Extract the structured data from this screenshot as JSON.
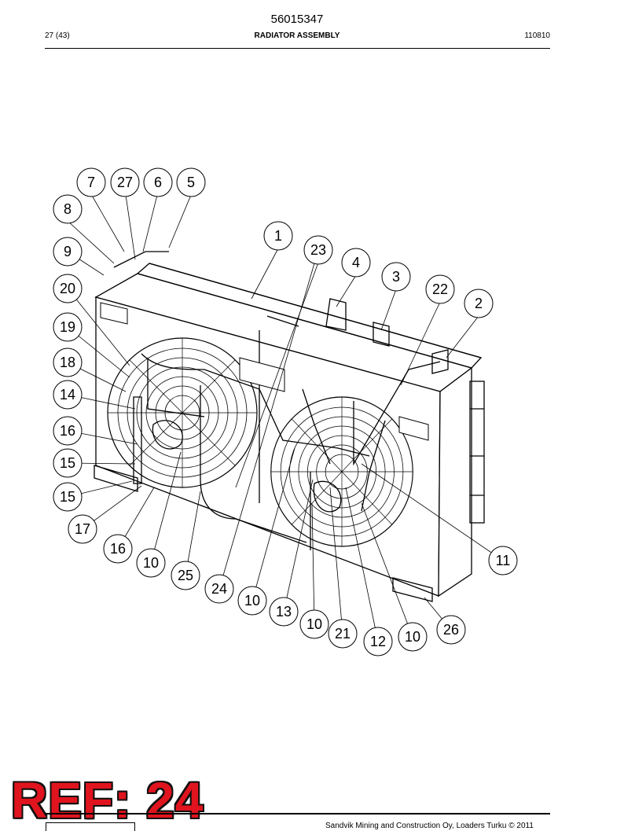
{
  "header": {
    "document_number": "56015347",
    "page": "27 (43)",
    "title": "RADIATOR ASSEMBLY",
    "date_code": "110810"
  },
  "callouts": [
    "7",
    "27",
    "6",
    "5",
    "8",
    "1",
    "9",
    "23",
    "4",
    "3",
    "20",
    "22",
    "2",
    "19",
    "18",
    "14",
    "16",
    "15",
    "15",
    "17",
    "16",
    "10",
    "25",
    "24",
    "10",
    "13",
    "10",
    "21",
    "12",
    "10",
    "26",
    "11"
  ],
  "stamp": {
    "text": "REF: 24",
    "color": "#e0141e"
  },
  "footer": {
    "copyright": "Sandvik Mining and Construction Oy, Loaders Turku © 2011"
  }
}
